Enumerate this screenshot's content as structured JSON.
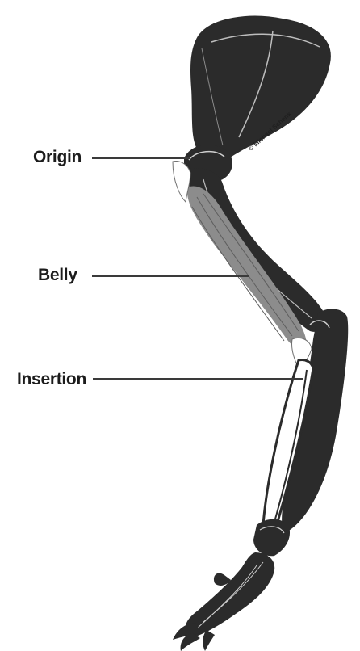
{
  "labels": {
    "origin": "Origin",
    "belly": "Belly",
    "insertion": "Insertion"
  },
  "copyright": "© Michael Schenk",
  "colors": {
    "bone": "#2b2b2b",
    "bone_outline": "#cfcfcf",
    "muscle": "#8c8c8c",
    "tendon": "#ffffff",
    "leader_line": "#3a3a3a"
  }
}
